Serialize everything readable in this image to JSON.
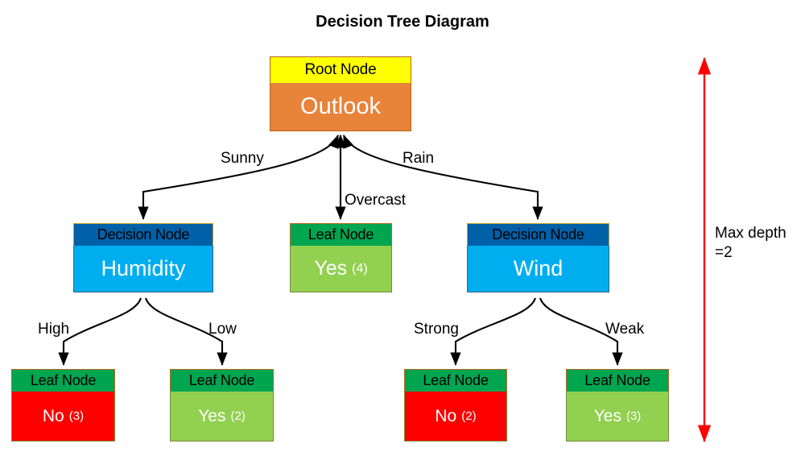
{
  "title": "Decision Tree Diagram",
  "colors": {
    "root_header": "#FFFF00",
    "root_body": "#E8833A",
    "decision_header": "#0060A8",
    "decision_body": "#00AEEF",
    "leaf_header": "#00A550",
    "leaf_yes_body": "#92D050",
    "leaf_no_body": "#FF0000",
    "depth_arrow": "#FF0000",
    "edge": "#000000"
  },
  "nodes": {
    "root": {
      "kind": "Root Node",
      "label": "Outlook"
    },
    "humidity": {
      "kind": "Decision Node",
      "label": "Humidity"
    },
    "overcast_leaf": {
      "kind": "Leaf Node",
      "label": "Yes",
      "count": "(4)"
    },
    "wind": {
      "kind": "Decision Node",
      "label": "Wind"
    },
    "leaf_no_3": {
      "kind": "Leaf Node",
      "label": "No",
      "count": "(3)"
    },
    "leaf_yes_2": {
      "kind": "Leaf Node",
      "label": "Yes",
      "count": "(2)"
    },
    "leaf_no_2": {
      "kind": "Leaf Node",
      "label": "No",
      "count": "(2)"
    },
    "leaf_yes_3": {
      "kind": "Leaf Node",
      "label": "Yes",
      "count": "(3)"
    }
  },
  "edges": {
    "sunny": "Sunny",
    "overcast": "Overcast",
    "rain": "Rain",
    "high": "High",
    "low": "Low",
    "strong": "Strong",
    "weak": "Weak"
  },
  "annotation": {
    "depth_text": "Max depth\n=2"
  },
  "chart_data": {
    "type": "tree",
    "title": "Decision Tree Diagram",
    "root": "Outlook",
    "max_depth": 2,
    "tree": [
      {
        "node": "Outlook",
        "type": "root",
        "branches": [
          {
            "edge": "Sunny",
            "node": "Humidity",
            "type": "decision",
            "branches": [
              {
                "edge": "High",
                "node": "No",
                "type": "leaf",
                "count": 3
              },
              {
                "edge": "Low",
                "node": "Yes",
                "type": "leaf",
                "count": 2
              }
            ]
          },
          {
            "edge": "Overcast",
            "node": "Yes",
            "type": "leaf",
            "count": 4
          },
          {
            "edge": "Rain",
            "node": "Wind",
            "type": "decision",
            "branches": [
              {
                "edge": "Strong",
                "node": "No",
                "type": "leaf",
                "count": 2
              },
              {
                "edge": "Weak",
                "node": "Yes",
                "type": "leaf",
                "count": 3
              }
            ]
          }
        ]
      }
    ]
  }
}
